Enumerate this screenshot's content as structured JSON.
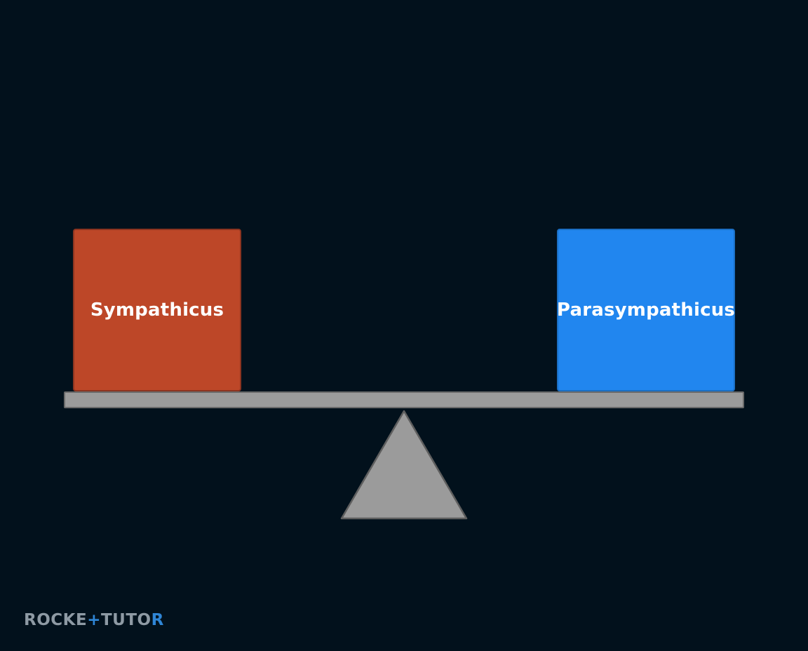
{
  "diagram": {
    "left_block": {
      "label": "Sympathicus",
      "color": "#bd4728"
    },
    "right_block": {
      "label": "Parasympathicus",
      "color": "#2186ef"
    },
    "beam_color": "#9b9b9b",
    "fulcrum_color": "#9b9b9b"
  },
  "logo": {
    "part1": "ROCKE",
    "accent": "+",
    "part2": "TUTO",
    "accent2": "R",
    "accent_color": "#2f86d6"
  }
}
